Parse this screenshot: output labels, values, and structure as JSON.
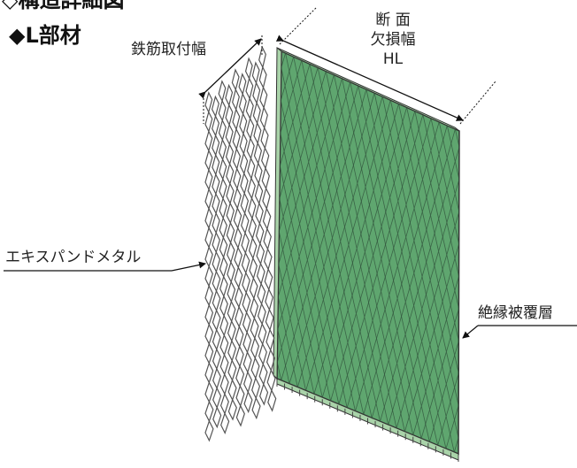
{
  "title_top": "◇構造詳細図",
  "title_l": "◆L部材",
  "labels": {
    "rebar_width": "鉄筋取付幅",
    "section_line1": "断 面",
    "section_line2": "欠損幅",
    "section_line3": "HL",
    "expanded_metal": "エキスパンドメタル",
    "insulation_layer": "絶縁被覆層"
  },
  "colors": {
    "panel_fill": "#5fa66f",
    "panel_edge": "#a9d3a9",
    "mesh_stroke": "#555555"
  }
}
